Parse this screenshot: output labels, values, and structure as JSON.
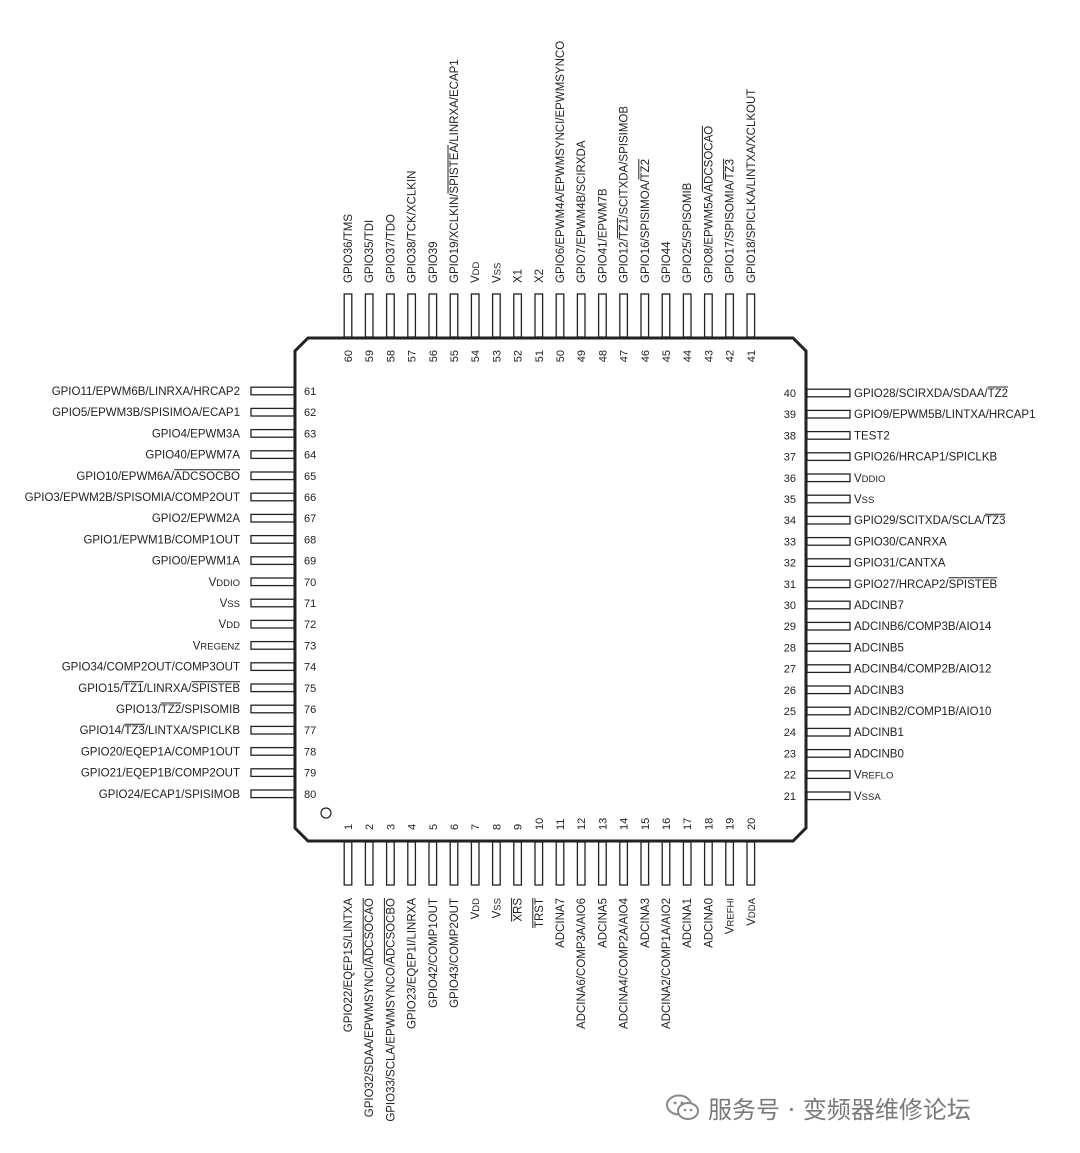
{
  "pins": {
    "top": [
      {
        "num": "60",
        "label": "GPIO36/TMS"
      },
      {
        "num": "59",
        "label": "GPIO35/TDI"
      },
      {
        "num": "58",
        "label": "GPIO37/TDO"
      },
      {
        "num": "57",
        "label": "GPIO38/TCK/XCLKIN"
      },
      {
        "num": "56",
        "label": "GPIO39"
      },
      {
        "num": "55",
        "label": "GPIO19/XCLKIN/SPISTEA/LINRXA/ECAP1"
      },
      {
        "num": "54",
        "label": "VDD"
      },
      {
        "num": "53",
        "label": "VSS"
      },
      {
        "num": "52",
        "label": "X1"
      },
      {
        "num": "51",
        "label": "X2"
      },
      {
        "num": "50",
        "label": "GPIO6/EPWM4A/EPWMSYNCI/EPWMSYNCO"
      },
      {
        "num": "49",
        "label": "GPIO7/EPWM4B/SCIRXDA"
      },
      {
        "num": "48",
        "label": "GPIO41/EPWM7B"
      },
      {
        "num": "47",
        "label": "GPIO12/TZ1/SCITXDA/SPISIMOB"
      },
      {
        "num": "46",
        "label": "GPIO16/SPISIMOA/TZ2"
      },
      {
        "num": "45",
        "label": "GPIO44"
      },
      {
        "num": "44",
        "label": "GPIO25/SPISOMIB"
      },
      {
        "num": "43",
        "label": "GPIO8/EPWM5A/ADCSOCAO"
      },
      {
        "num": "42",
        "label": "GPIO17/SPISOMIA/TZ3"
      },
      {
        "num": "41",
        "label": "GPIO18/SPICLKA/LINTXA/XCLKOUT"
      }
    ],
    "left": [
      {
        "num": "61",
        "label": "GPIO11/EPWM6B/LINRXA/HRCAP2"
      },
      {
        "num": "62",
        "label": "GPIO5/EPWM3B/SPISIMOA/ECAP1"
      },
      {
        "num": "63",
        "label": "GPIO4/EPWM3A"
      },
      {
        "num": "64",
        "label": "GPIO40/EPWM7A"
      },
      {
        "num": "65",
        "label": "GPIO10/EPWM6A/ADCSOCBO"
      },
      {
        "num": "66",
        "label": "GPIO3/EPWM2B/SPISOMIA/COMP2OUT"
      },
      {
        "num": "67",
        "label": "GPIO2/EPWM2A"
      },
      {
        "num": "68",
        "label": "GPIO1/EPWM1B/COMP1OUT"
      },
      {
        "num": "69",
        "label": "GPIO0/EPWM1A"
      },
      {
        "num": "70",
        "label": "VDDIO"
      },
      {
        "num": "71",
        "label": "VSS"
      },
      {
        "num": "72",
        "label": "VDD"
      },
      {
        "num": "73",
        "label": "VREGENZ"
      },
      {
        "num": "74",
        "label": "GPIO34/COMP2OUT/COMP3OUT"
      },
      {
        "num": "75",
        "label": "GPIO15/TZ1/LINRXA/SPISTEB"
      },
      {
        "num": "76",
        "label": "GPIO13/TZ2/SPISOMIB"
      },
      {
        "num": "77",
        "label": "GPIO14/TZ3/LINTXA/SPICLKB"
      },
      {
        "num": "78",
        "label": "GPIO20/EQEP1A/COMP1OUT"
      },
      {
        "num": "79",
        "label": "GPIO21/EQEP1B/COMP2OUT"
      },
      {
        "num": "80",
        "label": "GPIO24/ECAP1/SPISIMOB"
      }
    ],
    "right": [
      {
        "num": "40",
        "label": "GPIO28/SCIRXDA/SDAA/TZ2"
      },
      {
        "num": "39",
        "label": "GPIO9/EPWM5B/LINTXA/HRCAP1"
      },
      {
        "num": "38",
        "label": "TEST2"
      },
      {
        "num": "37",
        "label": "GPIO26/HRCAP1/SPICLKB"
      },
      {
        "num": "36",
        "label": "VDDIO"
      },
      {
        "num": "35",
        "label": "VSS"
      },
      {
        "num": "34",
        "label": "GPIO29/SCITXDA/SCLA/TZ3"
      },
      {
        "num": "33",
        "label": "GPIO30/CANRXA"
      },
      {
        "num": "32",
        "label": "GPIO31/CANTXA"
      },
      {
        "num": "31",
        "label": "GPIO27/HRCAP2/SPISTEB"
      },
      {
        "num": "30",
        "label": "ADCINB7"
      },
      {
        "num": "29",
        "label": "ADCINB6/COMP3B/AIO14"
      },
      {
        "num": "28",
        "label": "ADCINB5"
      },
      {
        "num": "27",
        "label": "ADCINB4/COMP2B/AIO12"
      },
      {
        "num": "26",
        "label": "ADCINB3"
      },
      {
        "num": "25",
        "label": "ADCINB2/COMP1B/AIO10"
      },
      {
        "num": "24",
        "label": "ADCINB1"
      },
      {
        "num": "23",
        "label": "ADCINB0"
      },
      {
        "num": "22",
        "label": "VREFLO"
      },
      {
        "num": "21",
        "label": "VSSA"
      }
    ],
    "bottom": [
      {
        "num": "1",
        "label": "GPIO22/EQEP1S/LINTXA"
      },
      {
        "num": "2",
        "label": "GPIO32/SDAA/EPWMSYNCI/ADCSOCAO"
      },
      {
        "num": "3",
        "label": "GPIO33/SCLA/EPWMSYNCO/ADCSOCBO"
      },
      {
        "num": "4",
        "label": "GPIO23/EQEP1I/LINRXA"
      },
      {
        "num": "5",
        "label": "GPIO42/COMP1OUT"
      },
      {
        "num": "6",
        "label": "GPIO43/COMP2OUT"
      },
      {
        "num": "7",
        "label": "VDD"
      },
      {
        "num": "8",
        "label": "VSS"
      },
      {
        "num": "9",
        "label": "XRS"
      },
      {
        "num": "10",
        "label": "TRST"
      },
      {
        "num": "11",
        "label": "ADCINA7"
      },
      {
        "num": "12",
        "label": "ADCINA6/COMP3A/AIO6"
      },
      {
        "num": "13",
        "label": "ADCINA5"
      },
      {
        "num": "14",
        "label": "ADCINA4/COMP2A/AIO4"
      },
      {
        "num": "15",
        "label": "ADCINA3"
      },
      {
        "num": "16",
        "label": "ADCINA2/COMP1A/AIO2"
      },
      {
        "num": "17",
        "label": "ADCINA1"
      },
      {
        "num": "18",
        "label": "ADCINA0"
      },
      {
        "num": "19",
        "label": "VREFHI"
      },
      {
        "num": "20",
        "label": "VDDA"
      }
    ]
  },
  "watermark": {
    "text": "服务号 · 变频器维修论坛"
  }
}
